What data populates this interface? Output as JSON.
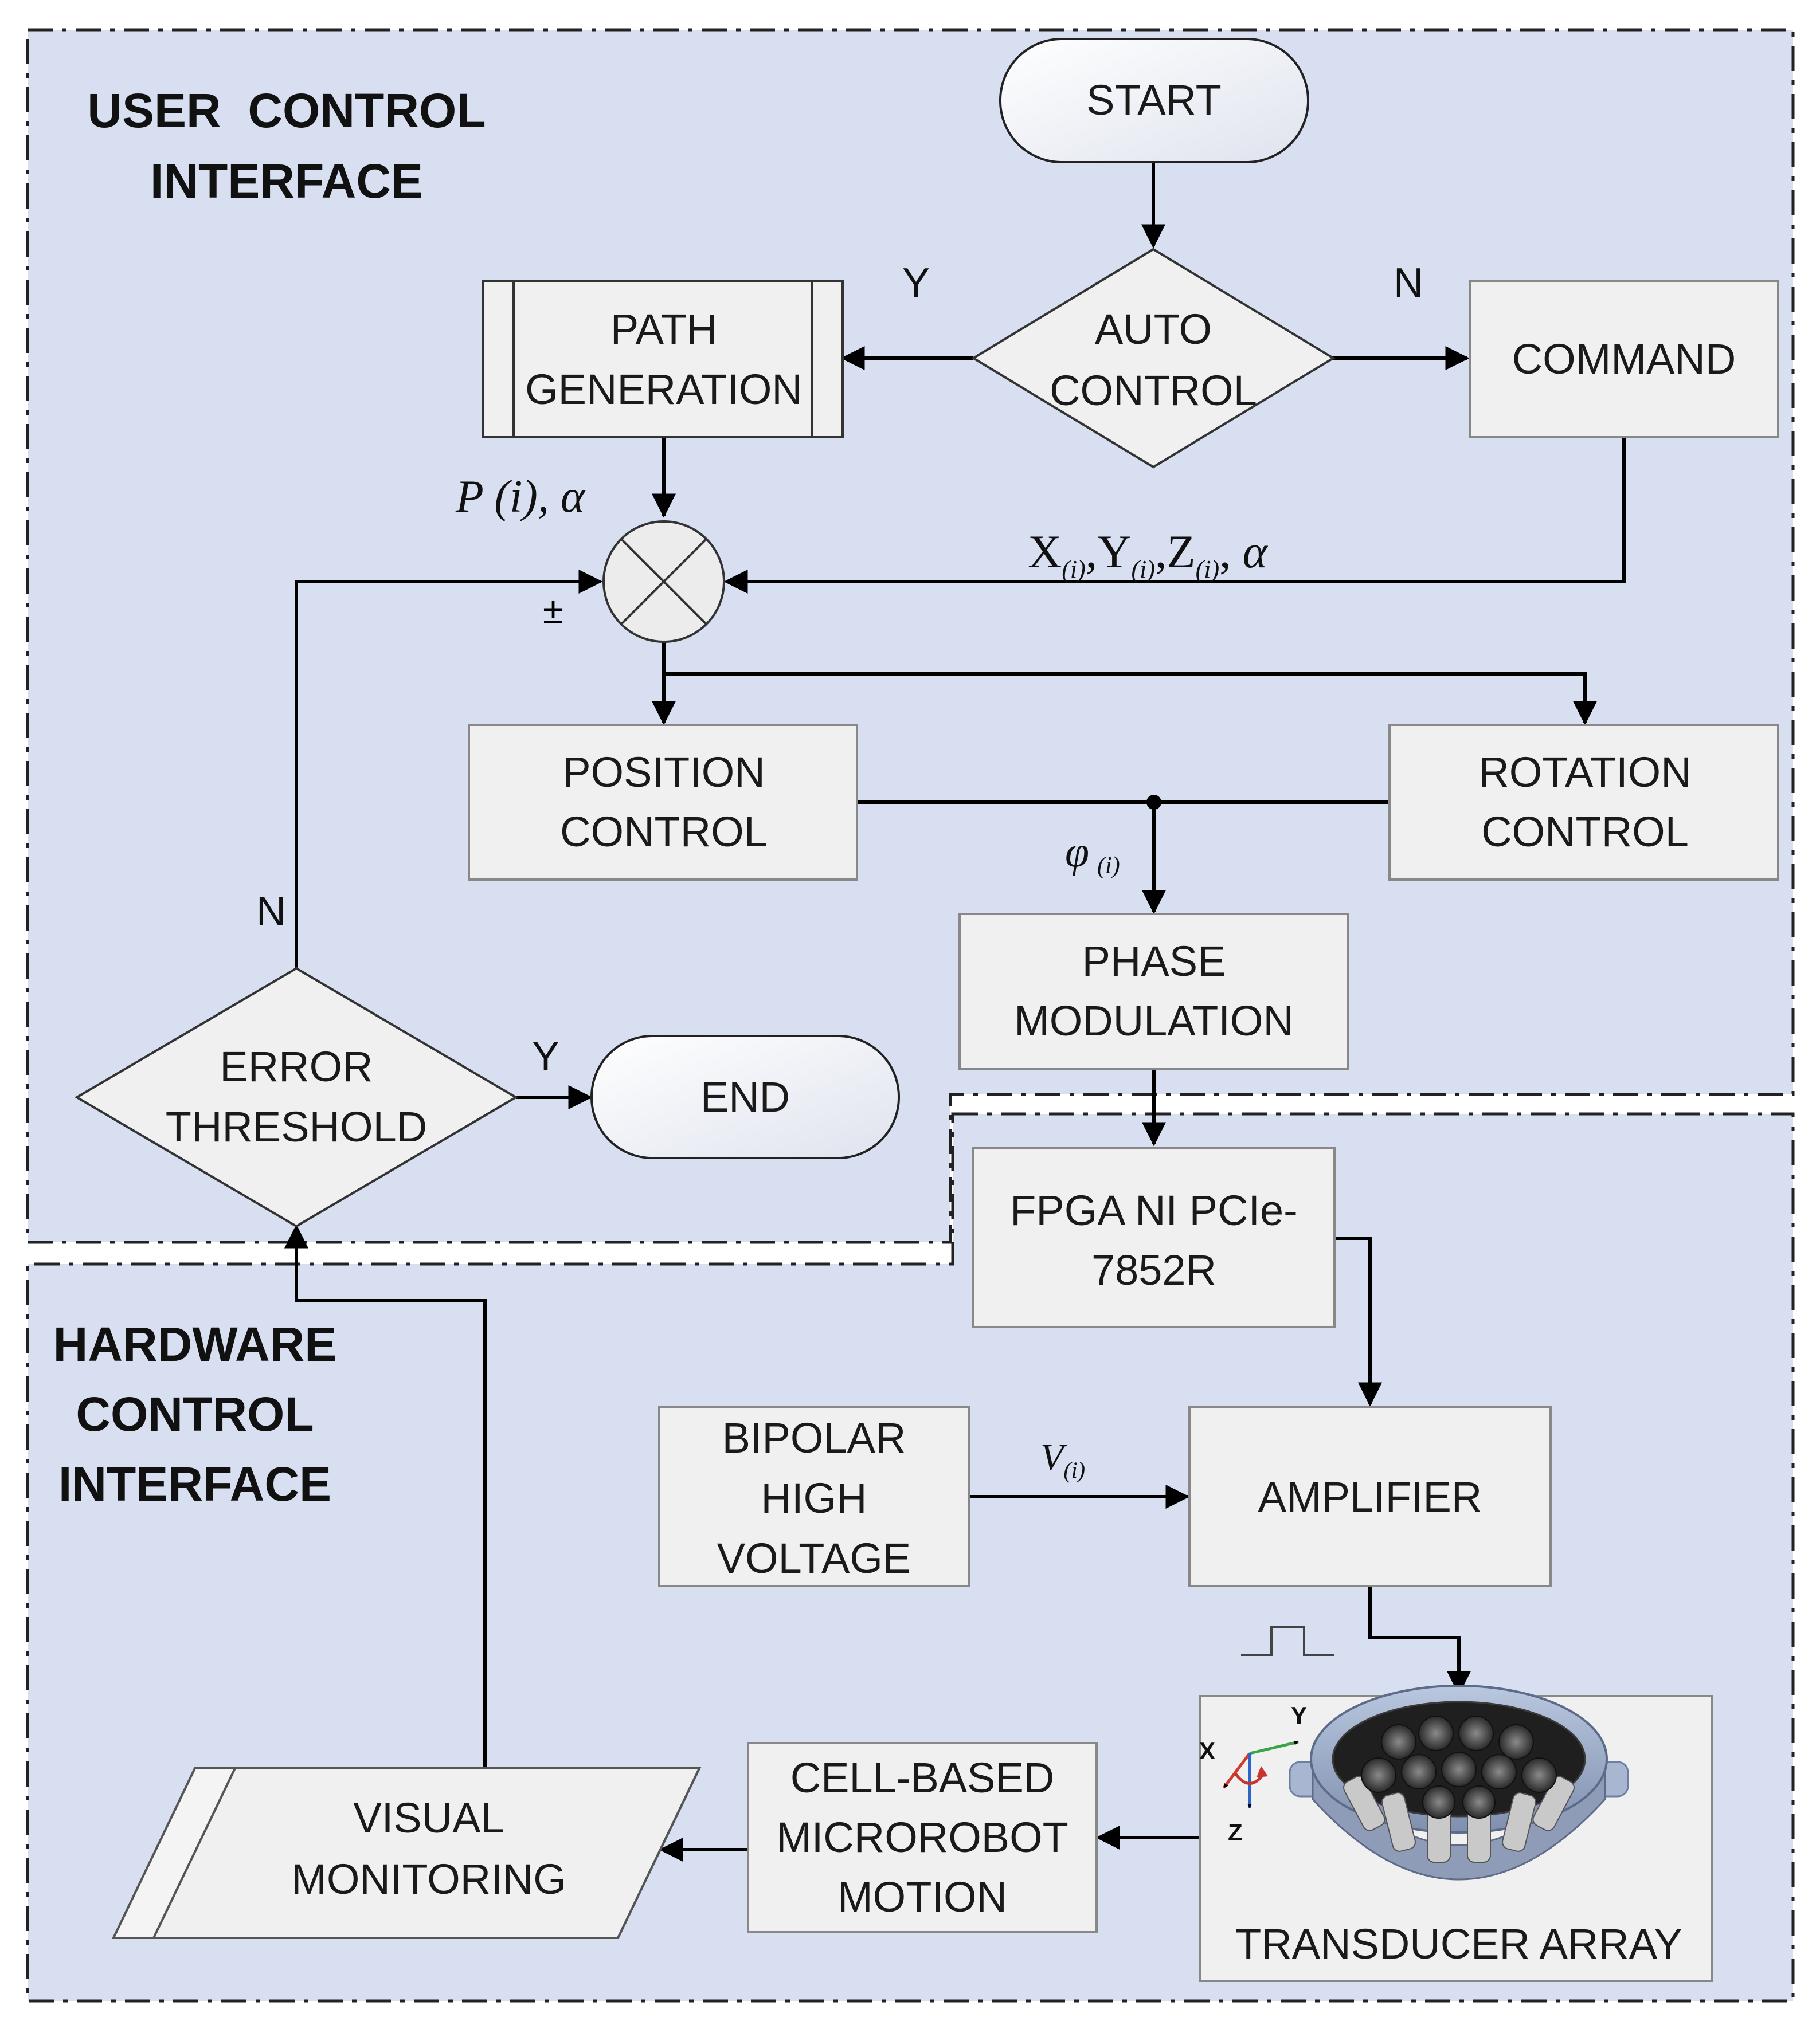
{
  "colors": {
    "region_fill": "#d7dff0",
    "box_fill": "#f0f0f0",
    "box_stroke": "#7a7a7a",
    "line": "#000000",
    "axis_x": "#d23a2a",
    "axis_y": "#3aa548",
    "axis_z": "#2f63c7",
    "rotation_arrow": "#c8332b"
  },
  "regions": {
    "user": {
      "title_line1": "USER  CONTROL",
      "title_line2": "INTERFACE"
    },
    "hardware": {
      "title_line1": "HARDWARE",
      "title_line2": "CONTROL",
      "title_line3": "INTERFACE"
    }
  },
  "nodes": {
    "start": {
      "label": "START"
    },
    "auto_control": {
      "line1": "AUTO",
      "line2": "CONTROL"
    },
    "path_generation": {
      "line1": "PATH",
      "line2": "GENERATION"
    },
    "command": {
      "label": "COMMAND"
    },
    "position_control": {
      "line1": "POSITION",
      "line2": "CONTROL"
    },
    "rotation_control": {
      "line1": "ROTATION",
      "line2": "CONTROL"
    },
    "phase_modulation": {
      "line1": "PHASE",
      "line2": "MODULATION"
    },
    "error_threshold": {
      "line1": "ERROR",
      "line2": "THRESHOLD"
    },
    "end": {
      "label": "END"
    },
    "fpga": {
      "line1": "FPGA NI PCIe-",
      "line2": "7852R"
    },
    "bipolar": {
      "line1": "BIPOLAR",
      "line2": "HIGH",
      "line3": "VOLTAGE"
    },
    "amplifier": {
      "label": "AMPLIFIER"
    },
    "transducer_array": {
      "label": "TRANSDUCER ARRAY"
    },
    "cell_motion": {
      "line1": "CELL-BASED",
      "line2": "MICROROBOT",
      "line3": "MOTION"
    },
    "visual_monitoring": {
      "line1": "VISUAL",
      "line2": "MONITORING"
    }
  },
  "edge_labels": {
    "auto_yes": "Y",
    "auto_no": "N",
    "path_out": {
      "base": "P (i), ",
      "alpha": "α"
    },
    "command_out": {
      "x": "X",
      "y": "Y",
      "z": "Z",
      "sub": "(i)",
      "comma": ",",
      "alpha": "α"
    },
    "plus_minus": "±",
    "phase_in": {
      "base": "φ",
      "sub": "(i)"
    },
    "error_no": "N",
    "error_yes": "Y",
    "voltage": {
      "base": "V",
      "sub": "(i)"
    }
  },
  "axes": {
    "x": "X",
    "y": "Y",
    "z": "Z"
  }
}
